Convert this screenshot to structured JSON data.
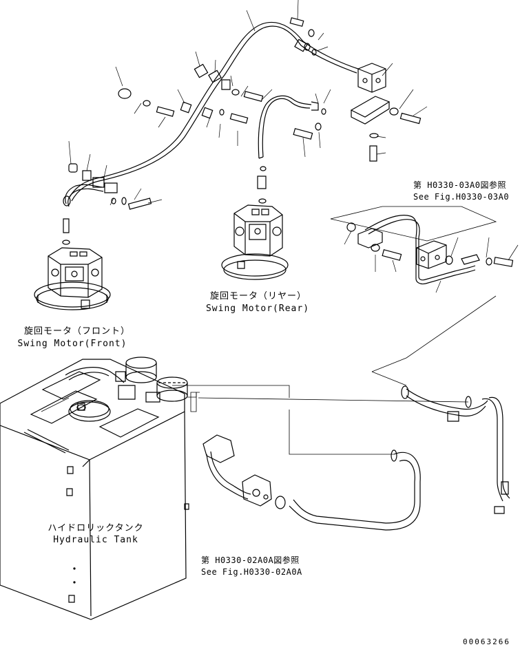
{
  "labels": {
    "swing_motor_front_jp": "旋回モータ（フロント）",
    "swing_motor_front_en": "Swing Motor(Front)",
    "swing_motor_rear_jp": "旋回モータ（リヤー）",
    "swing_motor_rear_en": "Swing Motor(Rear)",
    "hydraulic_tank_jp": "ハイドロリックタンク",
    "hydraulic_tank_en": "Hydraulic Tank"
  },
  "references": {
    "ref_03a0_jp": "第 H0330-03A0図参照",
    "ref_03a0_en": "See Fig.H0330-03A0",
    "ref_02a0a_jp": "第 H0330-02A0A図参照",
    "ref_02a0a_en": "See Fig.H0330-02A0A"
  },
  "document_number": "00063266"
}
